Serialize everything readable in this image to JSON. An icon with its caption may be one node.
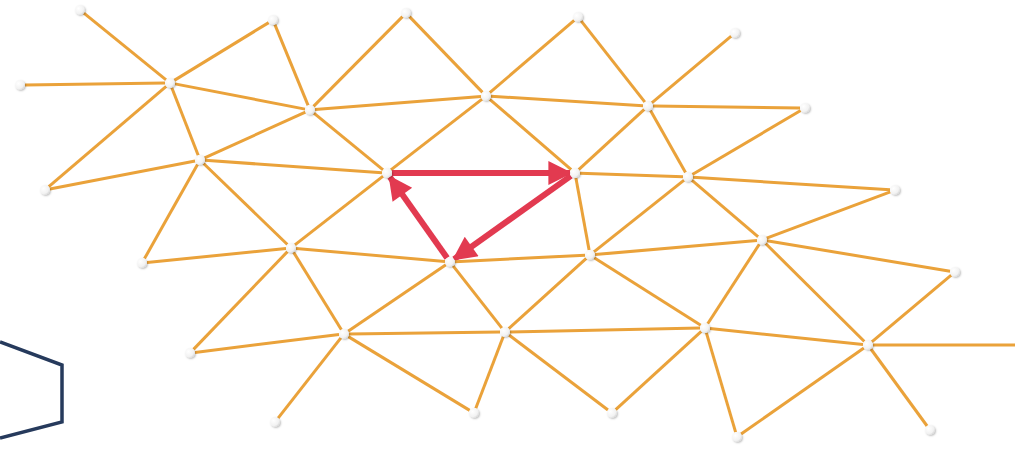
{
  "diagram": {
    "nodes": [
      {
        "text": [],
        "shape": "circle"
      },
      {
        "text": [],
        "shape": "circle"
      },
      {
        "text": [],
        "shape": "circle"
      },
      {
        "text": [],
        "shape": "circle"
      },
      {
        "text": [],
        "shape": "circle"
      },
      {
        "text": [],
        "shape": "circle"
      },
      {
        "text": [],
        "shape": "circle"
      },
      {
        "text": [],
        "shape": "circle"
      },
      {
        "text": [],
        "shape": "circle"
      },
      {
        "text": [],
        "shape": "circle"
      },
      {
        "text": [],
        "shape": "circle"
      },
      {
        "text": [],
        "shape": "circle"
      },
      {
        "text": [],
        "shape": "circle"
      },
      {
        "text": [],
        "shape": "circle"
      },
      {
        "text": [],
        "shape": "circle"
      },
      {
        "text": [],
        "shape": "circle"
      },
      {
        "text": [],
        "shape": "circle"
      },
      {
        "text": [],
        "shape": "circle"
      },
      {
        "text": [],
        "shape": "circle"
      },
      {
        "text": [],
        "shape": "circle"
      },
      {
        "text": [],
        "shape": "circle"
      },
      {
        "text": [],
        "shape": "circle"
      },
      {
        "text": [],
        "shape": "circle"
      },
      {
        "text": [],
        "shape": "circle"
      },
      {
        "text": [],
        "shape": "circle"
      },
      {
        "text": [],
        "shape": "circle"
      },
      {
        "text": [],
        "shape": "circle"
      },
      {
        "text": [],
        "shape": "circle"
      },
      {
        "text": [],
        "shape": "circle"
      },
      {
        "text": [],
        "shape": "circle"
      },
      {
        "text": [],
        "shape": "circle"
      },
      {
        "text": [],
        "shape": "circle"
      },
      {
        "text": [],
        "shape": "circle"
      }
    ],
    "edges": [
      {
        "from": 0,
        "to": 6,
        "arrow": "none"
      },
      {
        "from": 1,
        "to": 6,
        "arrow": "none"
      },
      {
        "from": 1,
        "to": 7,
        "arrow": "none"
      },
      {
        "from": 5,
        "to": 6,
        "arrow": "none"
      },
      {
        "from": 6,
        "to": 7,
        "arrow": "none"
      },
      {
        "from": 6,
        "to": 12,
        "arrow": "none"
      },
      {
        "from": 6,
        "to": 11,
        "arrow": "none"
      },
      {
        "from": 2,
        "to": 7,
        "arrow": "none"
      },
      {
        "from": 2,
        "to": 8,
        "arrow": "none"
      },
      {
        "from": 7,
        "to": 12,
        "arrow": "none"
      },
      {
        "from": 7,
        "to": 13,
        "arrow": "none"
      },
      {
        "from": 7,
        "to": 8,
        "arrow": "none"
      },
      {
        "from": 3,
        "to": 8,
        "arrow": "none"
      },
      {
        "from": 3,
        "to": 9,
        "arrow": "none"
      },
      {
        "from": 8,
        "to": 13,
        "arrow": "none"
      },
      {
        "from": 8,
        "to": 14,
        "arrow": "none"
      },
      {
        "from": 8,
        "to": 9,
        "arrow": "none"
      },
      {
        "from": 4,
        "to": 9,
        "arrow": "none"
      },
      {
        "from": 9,
        "to": 10,
        "arrow": "none"
      },
      {
        "from": 9,
        "to": 14,
        "arrow": "none"
      },
      {
        "from": 9,
        "to": 15,
        "arrow": "none"
      },
      {
        "from": 10,
        "to": 15,
        "arrow": "none"
      },
      {
        "from": 11,
        "to": 12,
        "arrow": "none"
      },
      {
        "from": 12,
        "to": 13,
        "arrow": "none"
      },
      {
        "from": 12,
        "to": 17,
        "arrow": "none"
      },
      {
        "from": 12,
        "to": 18,
        "arrow": "none"
      },
      {
        "from": 13,
        "to": 18,
        "arrow": "none"
      },
      {
        "from": 13,
        "to": 14,
        "arrow": "to",
        "style": "thick",
        "color": "#e23a50"
      },
      {
        "from": 14,
        "to": 19,
        "arrow": "to",
        "style": "thick",
        "color": "#e23a50"
      },
      {
        "from": 19,
        "to": 13,
        "arrow": "to",
        "style": "thick",
        "color": "#e23a50"
      },
      {
        "from": 14,
        "to": 15,
        "arrow": "none"
      },
      {
        "from": 14,
        "to": 20,
        "arrow": "none"
      },
      {
        "from": 15,
        "to": 16,
        "arrow": "none"
      },
      {
        "from": 15,
        "to": 20,
        "arrow": "none"
      },
      {
        "from": 15,
        "to": 21,
        "arrow": "none"
      },
      {
        "from": 16,
        "to": 21,
        "arrow": "none"
      },
      {
        "from": 17,
        "to": 18,
        "arrow": "none"
      },
      {
        "from": 18,
        "to": 19,
        "arrow": "none"
      },
      {
        "from": 18,
        "to": 23,
        "arrow": "none"
      },
      {
        "from": 18,
        "to": 24,
        "arrow": "none"
      },
      {
        "from": 19,
        "to": 20,
        "arrow": "none"
      },
      {
        "from": 19,
        "to": 24,
        "arrow": "none"
      },
      {
        "from": 19,
        "to": 25,
        "arrow": "none"
      },
      {
        "from": 20,
        "to": 25,
        "arrow": "none"
      },
      {
        "from": 20,
        "to": 26,
        "arrow": "none"
      },
      {
        "from": 20,
        "to": 21,
        "arrow": "none"
      },
      {
        "from": 21,
        "to": 22,
        "arrow": "none"
      },
      {
        "from": 21,
        "to": 26,
        "arrow": "none"
      },
      {
        "from": 21,
        "to": 27,
        "arrow": "none"
      },
      {
        "from": 22,
        "to": 27,
        "arrow": "none"
      },
      {
        "from": 23,
        "to": 24,
        "arrow": "none"
      },
      {
        "from": 24,
        "to": 28,
        "arrow": "none"
      },
      {
        "from": 24,
        "to": 25,
        "arrow": "none"
      },
      {
        "from": 24,
        "to": 29,
        "arrow": "none"
      },
      {
        "from": 25,
        "to": 29,
        "arrow": "none"
      },
      {
        "from": 25,
        "to": 30,
        "arrow": "none"
      },
      {
        "from": 25,
        "to": 26,
        "arrow": "none"
      },
      {
        "from": 26,
        "to": 30,
        "arrow": "none"
      },
      {
        "from": 26,
        "to": 31,
        "arrow": "none"
      },
      {
        "from": 26,
        "to": 27,
        "arrow": "none"
      },
      {
        "from": 27,
        "to": 31,
        "arrow": "none"
      },
      {
        "from": 27,
        "to": 32,
        "arrow": "none"
      },
      {
        "from": 27,
        "to": null,
        "arrow": "none"
      }
    ]
  }
}
